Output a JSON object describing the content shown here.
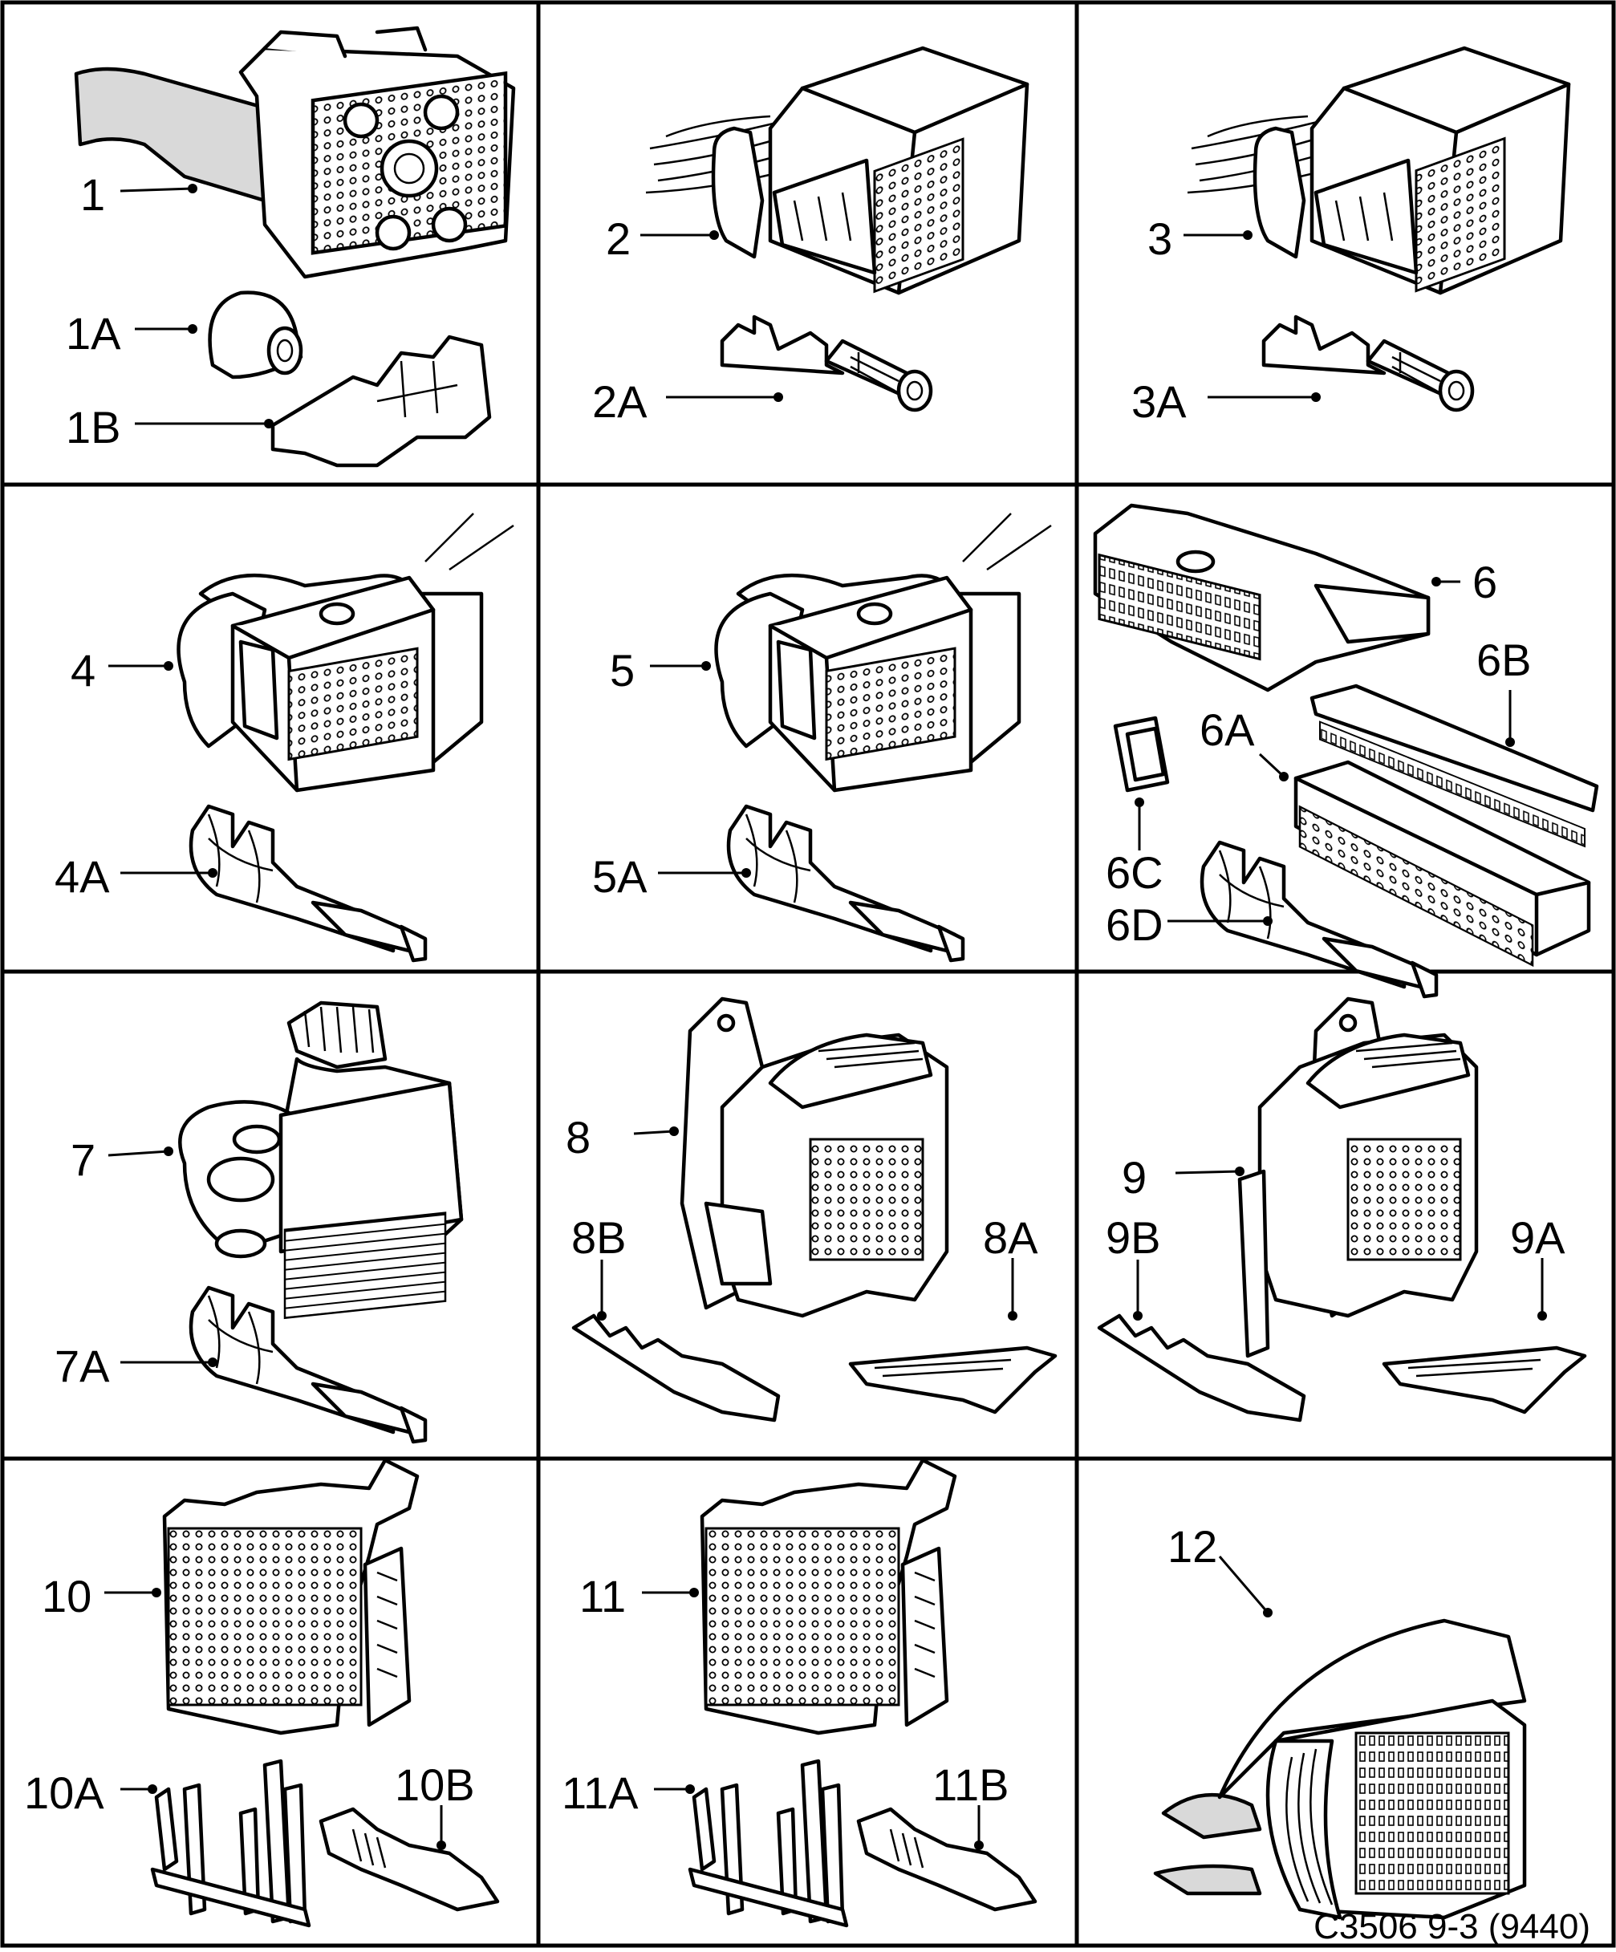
{
  "figure": {
    "cells": [
      {
        "labels": [
          "1",
          "1A",
          "1B"
        ]
      },
      {
        "labels": [
          "2",
          "2A"
        ]
      },
      {
        "labels": [
          "3",
          "3A"
        ]
      },
      {
        "labels": [
          "4",
          "4A"
        ]
      },
      {
        "labels": [
          "5",
          "5A"
        ]
      },
      {
        "labels": [
          "6",
          "6A",
          "6B",
          "6C",
          "6D"
        ]
      },
      {
        "labels": [
          "7",
          "7A"
        ]
      },
      {
        "labels": [
          "8",
          "8A",
          "8B"
        ]
      },
      {
        "labels": [
          "9",
          "9A",
          "9B"
        ]
      },
      {
        "labels": [
          "10",
          "10A",
          "10B"
        ]
      },
      {
        "labels": [
          "11",
          "11A",
          "11B"
        ]
      },
      {
        "labels": [
          "12"
        ]
      }
    ],
    "reference_code": "C3506 9-3 (9440)"
  }
}
